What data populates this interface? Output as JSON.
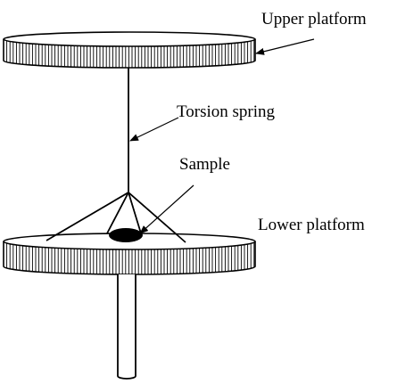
{
  "labels": {
    "upper_platform": "Upper platform",
    "torsion_spring": "Torsion spring",
    "sample": "Sample",
    "lower_platform": "Lower platform"
  },
  "colors": {
    "stroke": "#000000",
    "background": "#ffffff",
    "sample_fill": "#000000"
  }
}
